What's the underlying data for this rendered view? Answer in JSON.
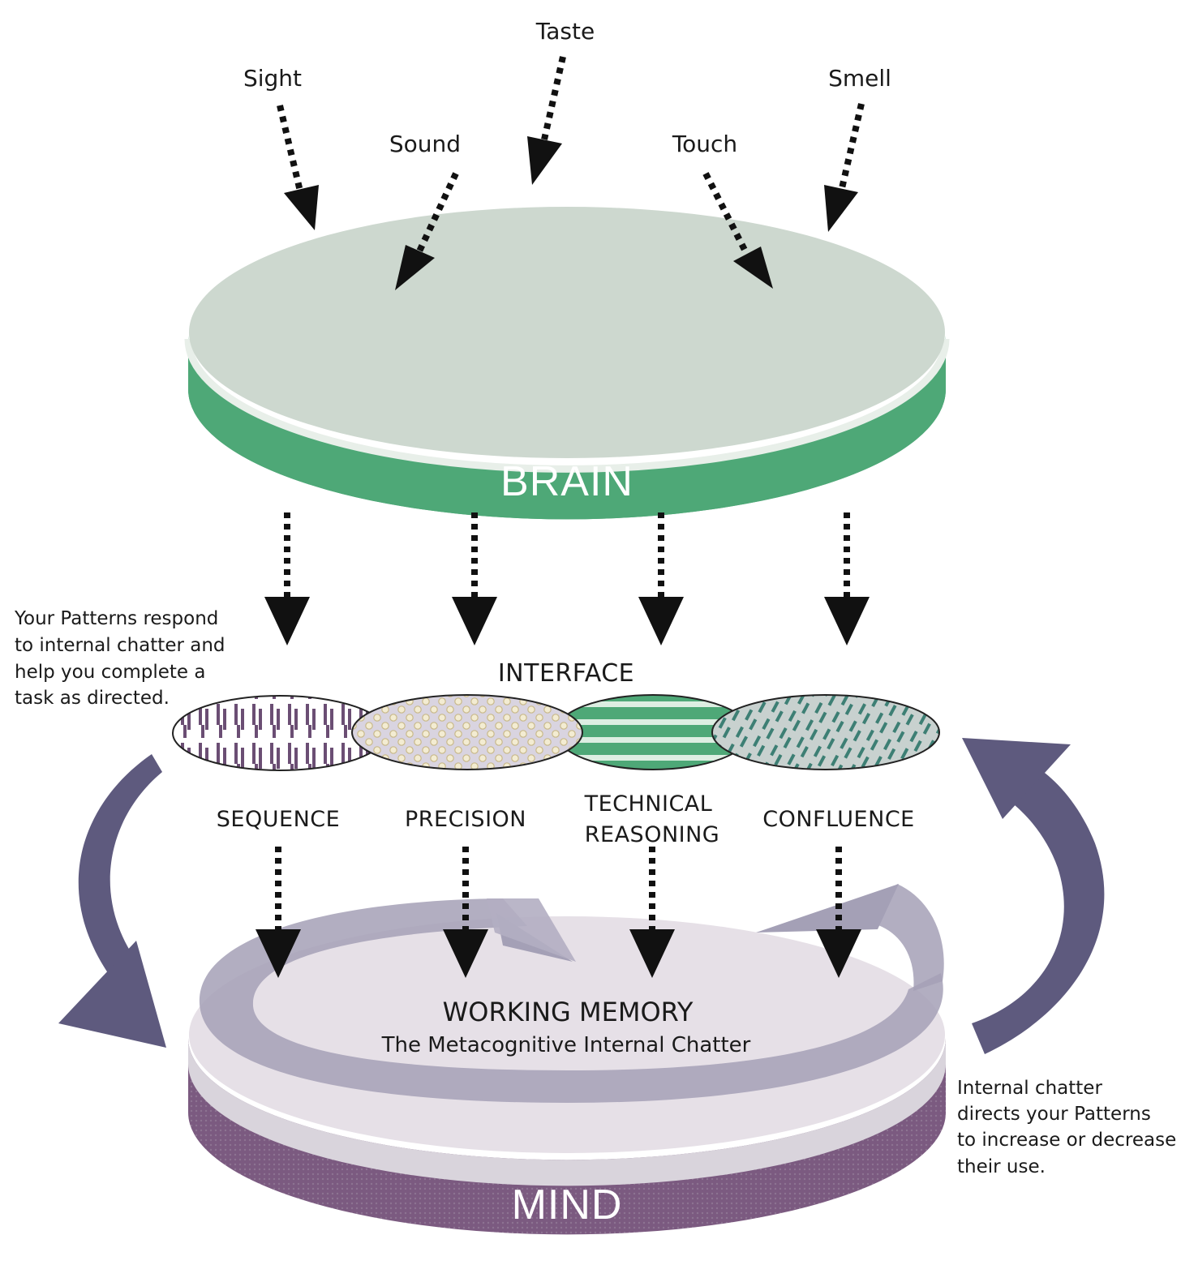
{
  "senses": [
    {
      "label": "Sight"
    },
    {
      "label": "Sound"
    },
    {
      "label": "Taste"
    },
    {
      "label": "Touch"
    },
    {
      "label": "Smell"
    }
  ],
  "brain": {
    "label": "BRAIN"
  },
  "interface": {
    "label": "INTERFACE"
  },
  "patterns": [
    {
      "lines": [
        "SEQUENCE"
      ]
    },
    {
      "lines": [
        "PRECISION"
      ]
    },
    {
      "lines": [
        "TECHNICAL",
        "REASONING"
      ]
    },
    {
      "lines": [
        "CONFLUENCE"
      ]
    }
  ],
  "mind": {
    "label": "MIND",
    "working_memory_title": "WORKING MEMORY",
    "working_memory_subtitle": "The Metacognitive Internal Chatter"
  },
  "notes": {
    "left": [
      "Your Patterns respond",
      "to internal chatter and",
      "help you complete a",
      "task as directed."
    ],
    "right": [
      "Internal chatter",
      "directs your Patterns",
      "to increase or decrease",
      "their use."
    ]
  },
  "colors": {
    "brain_top": "#cdd8cf",
    "brain_side": "#4ea877",
    "mind_top": "#e6e0e7",
    "mind_side": "#7b5a80",
    "cycle_arrow": "#5e5a7e",
    "swirl_arrow": "#a4a0b6",
    "sequence": "#6b4e74",
    "precision": "#d8cfa6",
    "technical": "#4ea877",
    "confluence": "#3d7f74"
  }
}
